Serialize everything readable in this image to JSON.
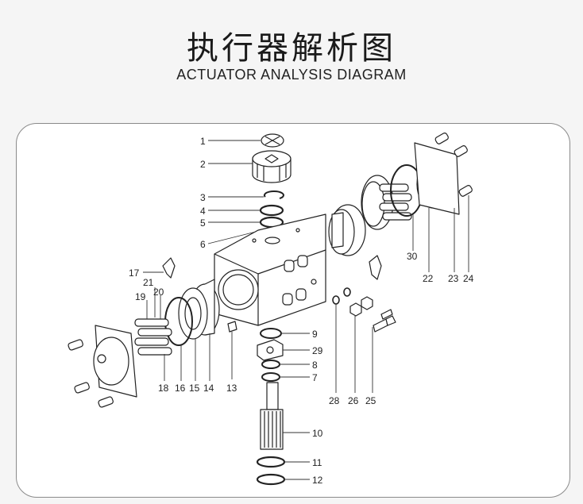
{
  "header": {
    "title_cn": "执行器解析图",
    "title_en": "ACTUATOR ANALYSIS DIAGRAM"
  },
  "parts": {
    "p1": "1",
    "p2": "2",
    "p3": "3",
    "p4": "4",
    "p5": "5",
    "p6": "6",
    "p7": "7",
    "p8": "8",
    "p9": "9",
    "p10": "10",
    "p11": "11",
    "p12": "12",
    "p13": "13",
    "p14": "14",
    "p15": "15",
    "p16": "16",
    "p17": "17",
    "p18": "18",
    "p19": "19",
    "p20": "20",
    "p21": "21",
    "p22": "22",
    "p23": "23",
    "p24": "24",
    "p25": "25",
    "p26": "26",
    "p28": "28",
    "p29": "29",
    "p30": "30"
  }
}
